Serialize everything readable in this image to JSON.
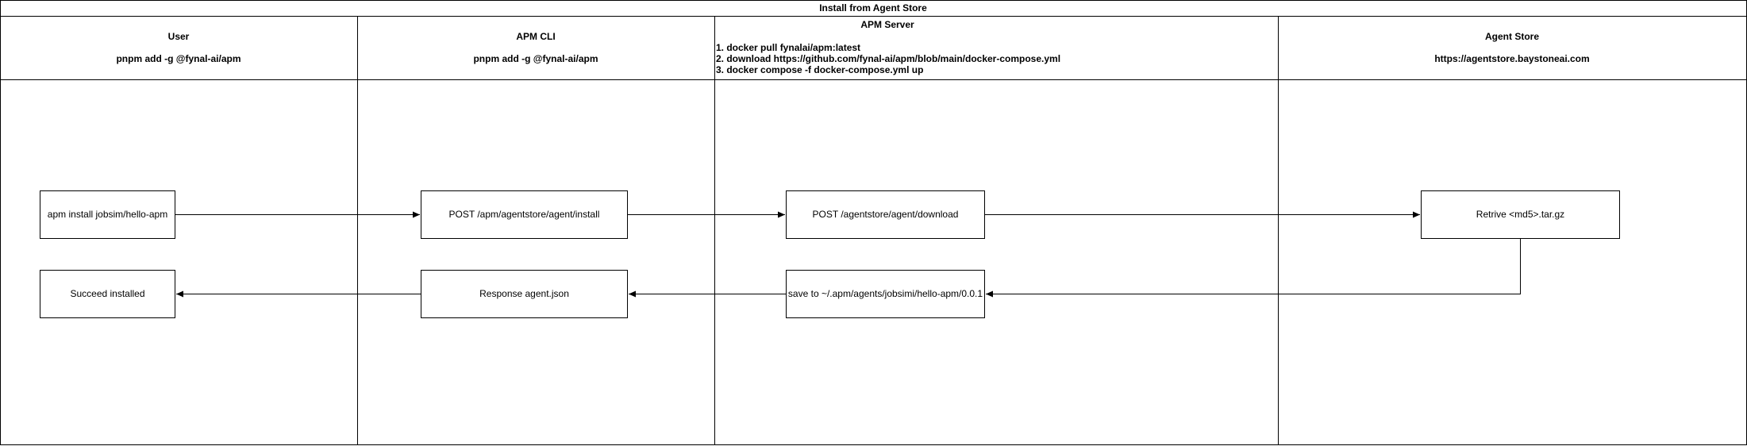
{
  "diagram": {
    "title": "Install from Agent Store",
    "lanes": [
      {
        "title": "User",
        "lines": [
          "pnpm add -g @fynal-ai/apm"
        ]
      },
      {
        "title": "APM CLI",
        "lines": [
          "pnpm add -g @fynal-ai/apm"
        ]
      },
      {
        "title": "APM Server",
        "lines": [
          "1. docker pull fynalai/apm:latest",
          "2. download https://github.com/fynal-ai/apm/blob/main/docker-compose.yml",
          "3. docker compose -f docker-compose.yml up"
        ]
      },
      {
        "title": "Agent Store",
        "lines": [
          "https://agentstore.baystoneai.com"
        ]
      }
    ],
    "nodes": {
      "install_cmd": "apm install jobsim/hello-apm",
      "cli_post": "POST /apm/agentstore/agent/install",
      "server_post": "POST /agentstore/agent/download",
      "store_retrieve": "Retrive <md5>.tar.gz",
      "server_save": "save to ~/.apm/agents/jobsimi/hello-apm/0.0.1",
      "cli_response": "Response agent.json",
      "user_done": "Succeed installed"
    },
    "colors": {
      "stroke": "#000000",
      "fill": "#ffffff",
      "text": "#000000"
    }
  }
}
